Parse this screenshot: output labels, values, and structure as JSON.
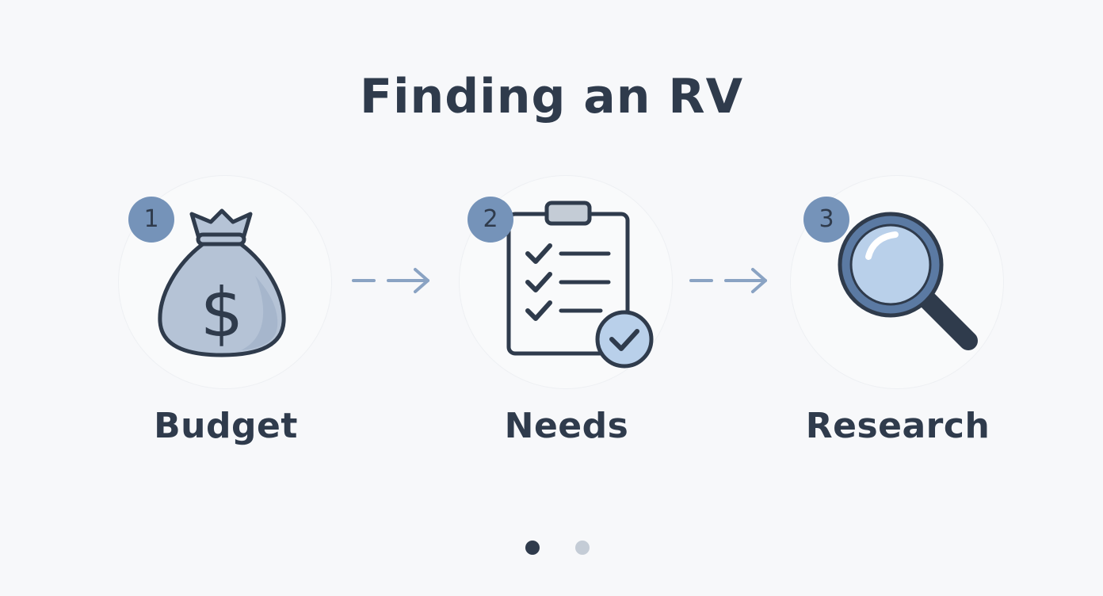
{
  "title": "Finding an RV",
  "steps": [
    {
      "number": "1",
      "label": "Budget",
      "icon": "money-bag-icon"
    },
    {
      "number": "2",
      "label": "Needs",
      "icon": "checklist-clipboard-icon"
    },
    {
      "number": "3",
      "label": "Research",
      "icon": "magnifying-glass-icon"
    }
  ],
  "pagination": {
    "count": 2,
    "active": 0
  },
  "colors": {
    "text": "#2f3b4c",
    "accent": "#7593b9",
    "light_accent": "#b9d0ea",
    "bag_fill": "#b5c3d6",
    "arrow": "#8aa3c3",
    "dot_active": "#2f3b4c",
    "dot_inactive": "#c4ccd6"
  }
}
